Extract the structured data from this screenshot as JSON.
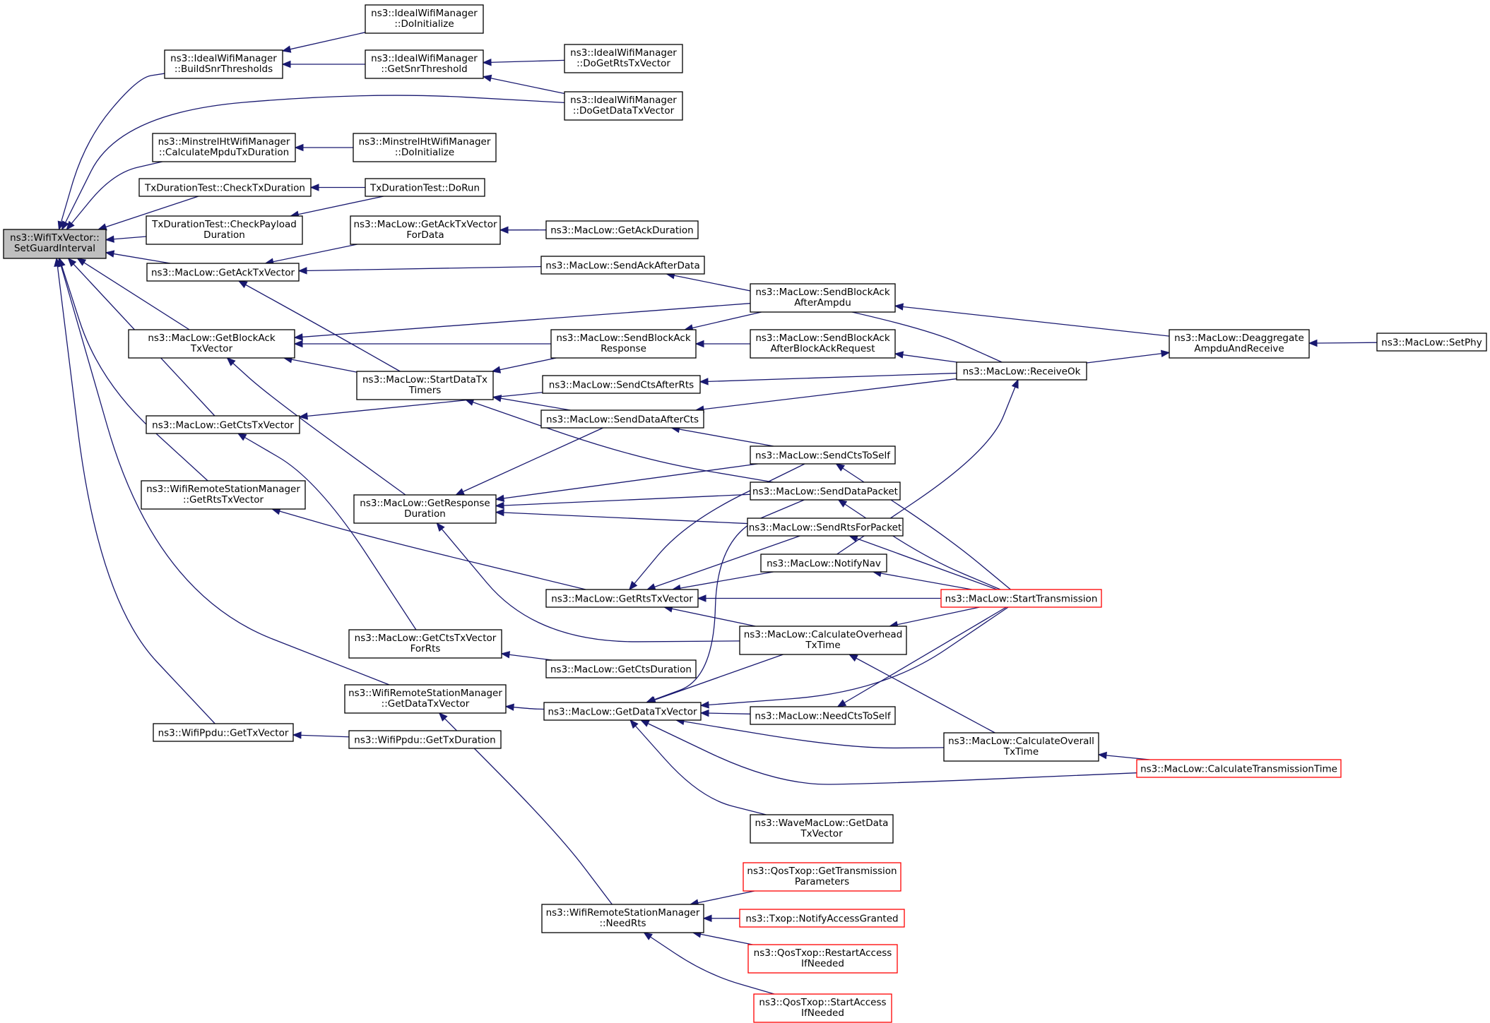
{
  "colors": {
    "edge": "#191970",
    "truncated_border": "#ff0000",
    "root_fill": "#bfbfbf"
  },
  "nodes": [
    {
      "id": "root",
      "lines": [
        "ns3::WifiTxVector::",
        "SetGuardInterval"
      ],
      "root": true
    },
    {
      "id": "ideal_build",
      "lines": [
        "ns3::IdealWifiManager",
        "::BuildSnrThresholds"
      ]
    },
    {
      "id": "ideal_doinit",
      "lines": [
        "ns3::IdealWifiManager",
        "::DoInitialize"
      ]
    },
    {
      "id": "ideal_getsnr",
      "lines": [
        "ns3::IdealWifiManager",
        "::GetSnrThreshold"
      ]
    },
    {
      "id": "ideal_rts",
      "lines": [
        "ns3::IdealWifiManager",
        "::DoGetRtsTxVector"
      ]
    },
    {
      "id": "ideal_data",
      "lines": [
        "ns3::IdealWifiManager",
        "::DoGetDataTxVector"
      ]
    },
    {
      "id": "minstrel_calc",
      "lines": [
        "ns3::MinstrelHtWifiManager",
        "::CalculateMpduTxDuration"
      ]
    },
    {
      "id": "minstrel_init",
      "lines": [
        "ns3::MinstrelHtWifiManager",
        "::DoInitialize"
      ]
    },
    {
      "id": "txd_check",
      "lines": [
        "TxDurationTest::CheckTxDuration"
      ]
    },
    {
      "id": "txd_run",
      "lines": [
        "TxDurationTest::DoRun"
      ]
    },
    {
      "id": "txd_payload",
      "lines": [
        "TxDurationTest::CheckPayload",
        "Duration"
      ]
    },
    {
      "id": "ack_fordata",
      "lines": [
        "ns3::MacLow::GetAckTxVector",
        "ForData"
      ]
    },
    {
      "id": "get_ack_dur",
      "lines": [
        "ns3::MacLow::GetAckDuration"
      ]
    },
    {
      "id": "get_ack_tx",
      "lines": [
        "ns3::MacLow::GetAckTxVector"
      ]
    },
    {
      "id": "send_ack_after",
      "lines": [
        "ns3::MacLow::SendAckAfterData"
      ]
    },
    {
      "id": "sba_ampdu",
      "lines": [
        "ns3::MacLow::SendBlockAck",
        "AfterAmpdu"
      ]
    },
    {
      "id": "deaggregate",
      "lines": [
        "ns3::MacLow::Deaggregate",
        "AmpduAndReceive"
      ]
    },
    {
      "id": "setphy",
      "lines": [
        "ns3::MacLow::SetPhy"
      ]
    },
    {
      "id": "get_ba_tx",
      "lines": [
        "ns3::MacLow::GetBlockAck",
        "TxVector"
      ]
    },
    {
      "id": "sba_resp",
      "lines": [
        "ns3::MacLow::SendBlockAck",
        "Response"
      ]
    },
    {
      "id": "sba_bar",
      "lines": [
        "ns3::MacLow::SendBlockAck",
        "AfterBlockAckRequest"
      ]
    },
    {
      "id": "start_timers",
      "lines": [
        "ns3::MacLow::StartDataTx",
        "Timers"
      ]
    },
    {
      "id": "receive_ok",
      "lines": [
        "ns3::MacLow::ReceiveOk"
      ]
    },
    {
      "id": "send_cts_rts",
      "lines": [
        "ns3::MacLow::SendCtsAfterRts"
      ]
    },
    {
      "id": "send_data_cts",
      "lines": [
        "ns3::MacLow::SendDataAfterCts"
      ]
    },
    {
      "id": "get_cts_tx",
      "lines": [
        "ns3::MacLow::GetCtsTxVector"
      ]
    },
    {
      "id": "send_cts_self",
      "lines": [
        "ns3::MacLow::SendCtsToSelf"
      ]
    },
    {
      "id": "wrsm_rts",
      "lines": [
        "ns3::WifiRemoteStationManager",
        "::GetRtsTxVector"
      ]
    },
    {
      "id": "get_resp_dur",
      "lines": [
        "ns3::MacLow::GetResponse",
        "Duration"
      ]
    },
    {
      "id": "send_data_pkt",
      "lines": [
        "ns3::MacLow::SendDataPacket"
      ]
    },
    {
      "id": "send_rts_pkt",
      "lines": [
        "ns3::MacLow::SendRtsForPacket"
      ]
    },
    {
      "id": "notify_nav",
      "lines": [
        "ns3::MacLow::NotifyNav"
      ]
    },
    {
      "id": "get_rts_tx",
      "lines": [
        "ns3::MacLow::GetRtsTxVector"
      ]
    },
    {
      "id": "start_tx",
      "lines": [
        "ns3::MacLow::StartTransmission"
      ],
      "truncated": true
    },
    {
      "id": "calc_overhead",
      "lines": [
        "ns3::MacLow::CalculateOverhead",
        "TxTime"
      ]
    },
    {
      "id": "cts_forrts",
      "lines": [
        "ns3::MacLow::GetCtsTxVector",
        "ForRts"
      ]
    },
    {
      "id": "get_cts_dur",
      "lines": [
        "ns3::MacLow::GetCtsDuration"
      ]
    },
    {
      "id": "wrsm_data",
      "lines": [
        "ns3::WifiRemoteStationManager",
        "::GetDataTxVector"
      ]
    },
    {
      "id": "get_data_tx",
      "lines": [
        "ns3::MacLow::GetDataTxVector"
      ]
    },
    {
      "id": "need_cts_self",
      "lines": [
        "ns3::MacLow::NeedCtsToSelf"
      ]
    },
    {
      "id": "ppdu_txvec",
      "lines": [
        "ns3::WifiPpdu::GetTxVector"
      ]
    },
    {
      "id": "ppdu_txdur",
      "lines": [
        "ns3::WifiPpdu::GetTxDuration"
      ]
    },
    {
      "id": "calc_overall",
      "lines": [
        "ns3::MacLow::CalculateOverall",
        "TxTime"
      ]
    },
    {
      "id": "calc_trans",
      "lines": [
        "ns3::MacLow::CalculateTransmissionTime"
      ],
      "truncated": true
    },
    {
      "id": "wave_data",
      "lines": [
        "ns3::WaveMacLow::GetData",
        "TxVector"
      ]
    },
    {
      "id": "qos_gettp",
      "lines": [
        "ns3::QosTxop::GetTransmission",
        "Parameters"
      ],
      "truncated": true
    },
    {
      "id": "need_rts",
      "lines": [
        "ns3::WifiRemoteStationManager",
        "::NeedRts"
      ]
    },
    {
      "id": "txop_notify",
      "lines": [
        "ns3::Txop::NotifyAccessGranted"
      ],
      "truncated": true
    },
    {
      "id": "qos_restart",
      "lines": [
        "ns3::QosTxop::RestartAccess",
        "IfNeeded"
      ],
      "truncated": true
    },
    {
      "id": "qos_start",
      "lines": [
        "ns3::QosTxop::StartAccess",
        "IfNeeded"
      ],
      "truncated": true
    }
  ],
  "edges": [
    [
      "ideal_build",
      "root"
    ],
    [
      "minstrel_calc",
      "root"
    ],
    [
      "txd_check",
      "root"
    ],
    [
      "txd_payload",
      "root"
    ],
    [
      "get_ack_tx",
      "root"
    ],
    [
      "get_ba_tx",
      "root"
    ],
    [
      "get_cts_tx",
      "root"
    ],
    [
      "wrsm_rts",
      "root"
    ],
    [
      "wrsm_data",
      "root"
    ],
    [
      "ppdu_txvec",
      "root"
    ],
    [
      "ideal_data",
      "root"
    ],
    [
      "ideal_doinit",
      "ideal_build"
    ],
    [
      "ideal_getsnr",
      "ideal_build"
    ],
    [
      "ideal_rts",
      "ideal_getsnr"
    ],
    [
      "ideal_data",
      "ideal_getsnr"
    ],
    [
      "minstrel_init",
      "minstrel_calc"
    ],
    [
      "txd_run",
      "txd_check"
    ],
    [
      "txd_run",
      "txd_payload"
    ],
    [
      "ack_fordata",
      "get_ack_tx"
    ],
    [
      "send_ack_after",
      "get_ack_tx"
    ],
    [
      "start_timers",
      "get_ack_tx"
    ],
    [
      "get_ack_dur",
      "ack_fordata"
    ],
    [
      "receive_ok",
      "send_ack_after"
    ],
    [
      "sba_ampdu",
      "get_ba_tx"
    ],
    [
      "sba_resp",
      "get_ba_tx"
    ],
    [
      "start_timers",
      "get_ba_tx"
    ],
    [
      "get_resp_dur",
      "get_ba_tx"
    ],
    [
      "sba_ampdu",
      "sba_resp"
    ],
    [
      "sba_bar",
      "sba_resp"
    ],
    [
      "deaggregate",
      "sba_ampdu"
    ],
    [
      "receive_ok",
      "sba_bar"
    ],
    [
      "setphy",
      "deaggregate"
    ],
    [
      "receive_ok",
      "deaggregate"
    ],
    [
      "sba_resp",
      "start_timers"
    ],
    [
      "send_data_cts",
      "start_timers"
    ],
    [
      "send_data_pkt",
      "start_timers"
    ],
    [
      "receive_ok",
      "send_cts_rts"
    ],
    [
      "receive_ok",
      "send_data_cts"
    ],
    [
      "notify_nav",
      "receive_ok"
    ],
    [
      "send_cts_rts",
      "get_cts_tx"
    ],
    [
      "cts_forrts",
      "get_cts_tx"
    ],
    [
      "send_data_cts",
      "get_resp_dur"
    ],
    [
      "send_cts_self",
      "get_resp_dur"
    ],
    [
      "send_data_pkt",
      "get_resp_dur"
    ],
    [
      "send_rts_pkt",
      "get_resp_dur"
    ],
    [
      "calc_overhead",
      "get_resp_dur"
    ],
    [
      "send_cts_self",
      "send_data_cts"
    ],
    [
      "start_tx",
      "send_cts_self"
    ],
    [
      "start_tx",
      "send_data_pkt"
    ],
    [
      "start_tx",
      "send_rts_pkt"
    ],
    [
      "start_tx",
      "notify_nav"
    ],
    [
      "get_rts_tx",
      "wrsm_rts"
    ],
    [
      "send_cts_self",
      "get_rts_tx"
    ],
    [
      "send_rts_pkt",
      "get_rts_tx"
    ],
    [
      "notify_nav",
      "get_rts_tx"
    ],
    [
      "start_tx",
      "get_rts_tx"
    ],
    [
      "calc_overhead",
      "get_rts_tx"
    ],
    [
      "start_tx",
      "calc_overhead"
    ],
    [
      "calc_overall",
      "calc_overhead"
    ],
    [
      "get_cts_dur",
      "cts_forrts"
    ],
    [
      "get_data_tx",
      "wrsm_data"
    ],
    [
      "need_rts",
      "wrsm_data"
    ],
    [
      "send_data_pkt",
      "get_data_tx"
    ],
    [
      "calc_overhead",
      "get_data_tx"
    ],
    [
      "start_tx",
      "get_data_tx"
    ],
    [
      "need_cts_self",
      "get_data_tx"
    ],
    [
      "calc_overall",
      "get_data_tx"
    ],
    [
      "calc_trans",
      "get_data_tx"
    ],
    [
      "wave_data",
      "get_data_tx"
    ],
    [
      "start_tx",
      "need_cts_self"
    ],
    [
      "calc_trans",
      "calc_overall"
    ],
    [
      "ppdu_txdur",
      "ppdu_txvec"
    ],
    [
      "qos_gettp",
      "need_rts"
    ],
    [
      "txop_notify",
      "need_rts"
    ],
    [
      "qos_restart",
      "need_rts"
    ],
    [
      "qos_start",
      "need_rts"
    ]
  ]
}
